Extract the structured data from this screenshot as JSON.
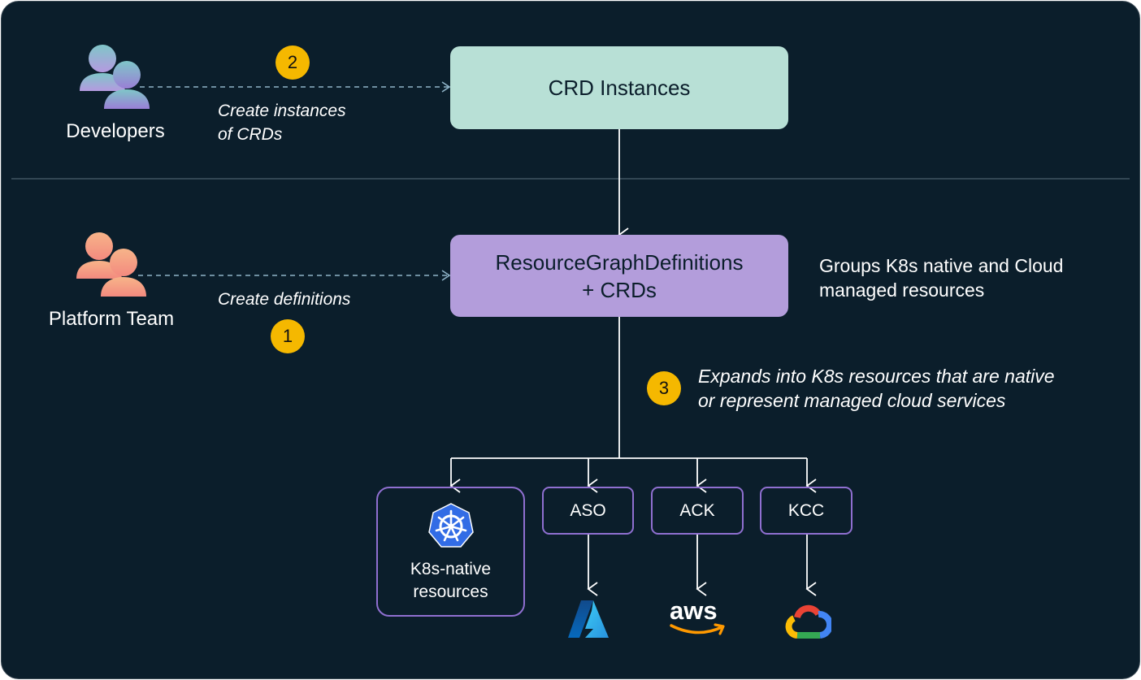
{
  "actors": {
    "developers": "Developers",
    "platform_team": "Platform Team"
  },
  "steps": {
    "step1": {
      "number": "1",
      "label": "Create definitions"
    },
    "step2": {
      "number": "2",
      "label_line1": "Create instances",
      "label_line2": "of CRDs"
    },
    "step3": {
      "number": "3",
      "label_line1": "Expands into K8s resources that are native",
      "label_line2": "or represent managed cloud services"
    }
  },
  "nodes": {
    "crd_instances": "CRD Instances",
    "rgd_line1": "ResourceGraphDefinitions",
    "rgd_line2": "+ CRDs",
    "rgd_note_line1": "Groups K8s native and Cloud",
    "rgd_note_line2": "managed resources"
  },
  "targets": {
    "k8s_line1": "K8s-native",
    "k8s_line2": "resources",
    "aso": "ASO",
    "ack": "ACK",
    "kcc": "KCC",
    "aws_logo_text": "aws"
  },
  "icons": [
    "developers-icon",
    "platform-team-icon",
    "kubernetes-icon",
    "azure-icon",
    "aws-icon",
    "google-cloud-icon"
  ],
  "colors": {
    "background": "#0b1e2b",
    "crd_box": "#b8e0d6",
    "rgd_box": "#b39ddb",
    "badge": "#f5b800",
    "tile_border": "#8f6fd0",
    "dashed_arrow": "#8fb3c7"
  }
}
